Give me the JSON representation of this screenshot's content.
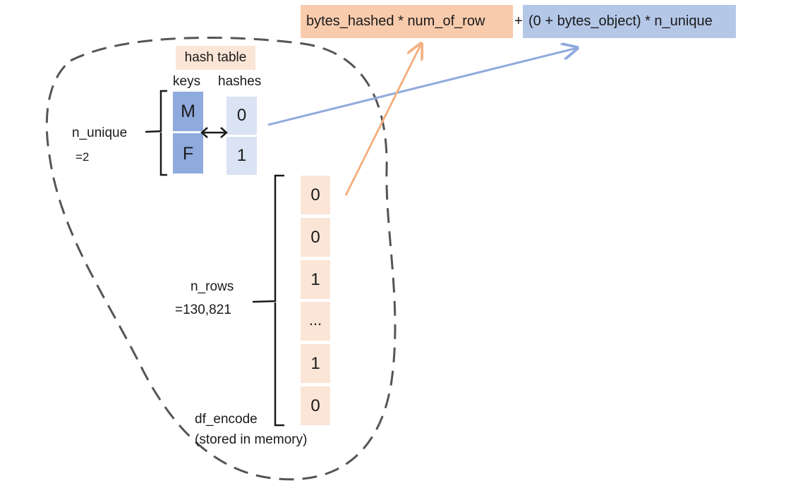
{
  "formula": {
    "part_hashed": "bytes_hashed * num_of_row",
    "plus": "+",
    "part_object": "(0 + bytes_object) * n_unique"
  },
  "hash_table": {
    "title": "hash table",
    "keys_header": "keys",
    "hashes_header": "hashes",
    "keys": [
      "M",
      "F"
    ],
    "hashes": [
      "0",
      "1"
    ]
  },
  "n_unique": {
    "label": "n_unique",
    "value": "=2"
  },
  "n_rows": {
    "label": "n_rows",
    "value": "=130,821"
  },
  "df_encode": {
    "values": [
      "0",
      "0",
      "1",
      "...",
      "1",
      "0"
    ],
    "label": "df_encode",
    "sublabel": "(stored in memory)"
  },
  "colors": {
    "orange_fill": "#f8cbad",
    "blue_fill": "#b4c7e7",
    "key_fill": "#8faadc",
    "hash_fill": "#dae3f3",
    "encode_fill": "#fbe5d6",
    "title_fill": "#fbe5d6",
    "orange_arrow": "#f4b183",
    "blue_arrow": "#8faadc",
    "dashed_outline": "#555555"
  }
}
